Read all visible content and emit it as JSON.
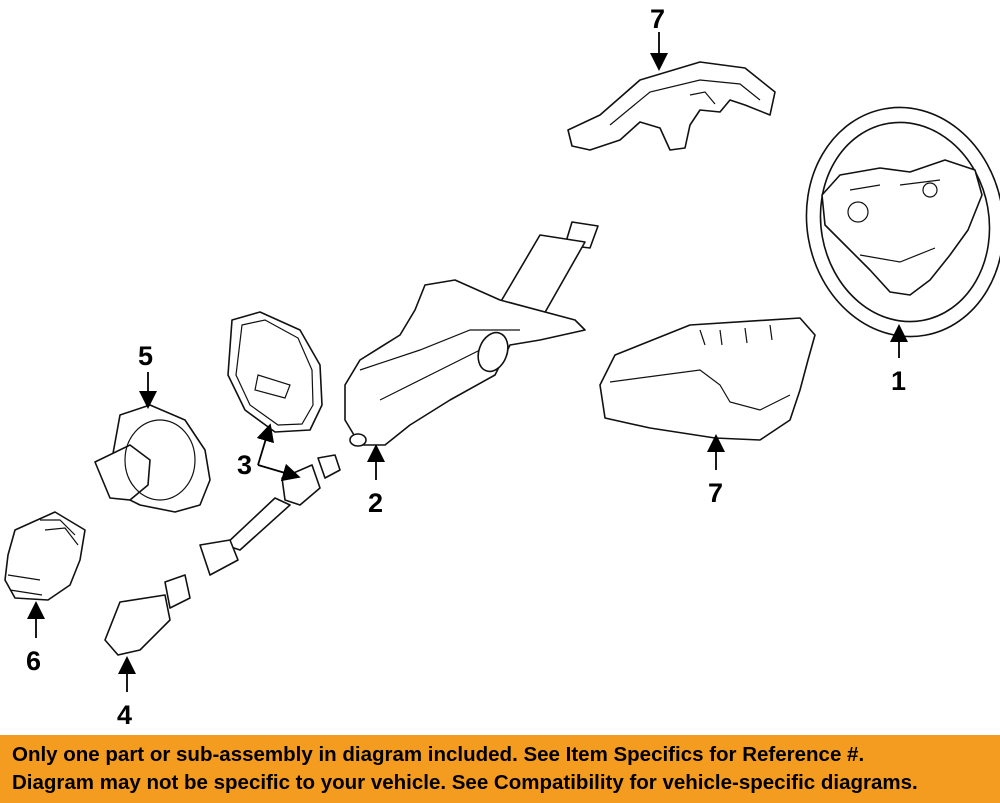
{
  "diagram": {
    "callouts": [
      {
        "id": "1",
        "label": "1"
      },
      {
        "id": "2",
        "label": "2"
      },
      {
        "id": "3",
        "label": "3"
      },
      {
        "id": "4",
        "label": "4"
      },
      {
        "id": "5",
        "label": "5"
      },
      {
        "id": "6",
        "label": "6"
      },
      {
        "id": "7a",
        "label": "7"
      },
      {
        "id": "7b",
        "label": "7"
      }
    ]
  },
  "banner": {
    "line1": "Only one part or sub-assembly in diagram included. See Item Specifics for Reference #.",
    "line2": "Diagram may not be specific to your vehicle. See Compatibility for vehicle-specific diagrams.",
    "background": "#f39c1f"
  }
}
